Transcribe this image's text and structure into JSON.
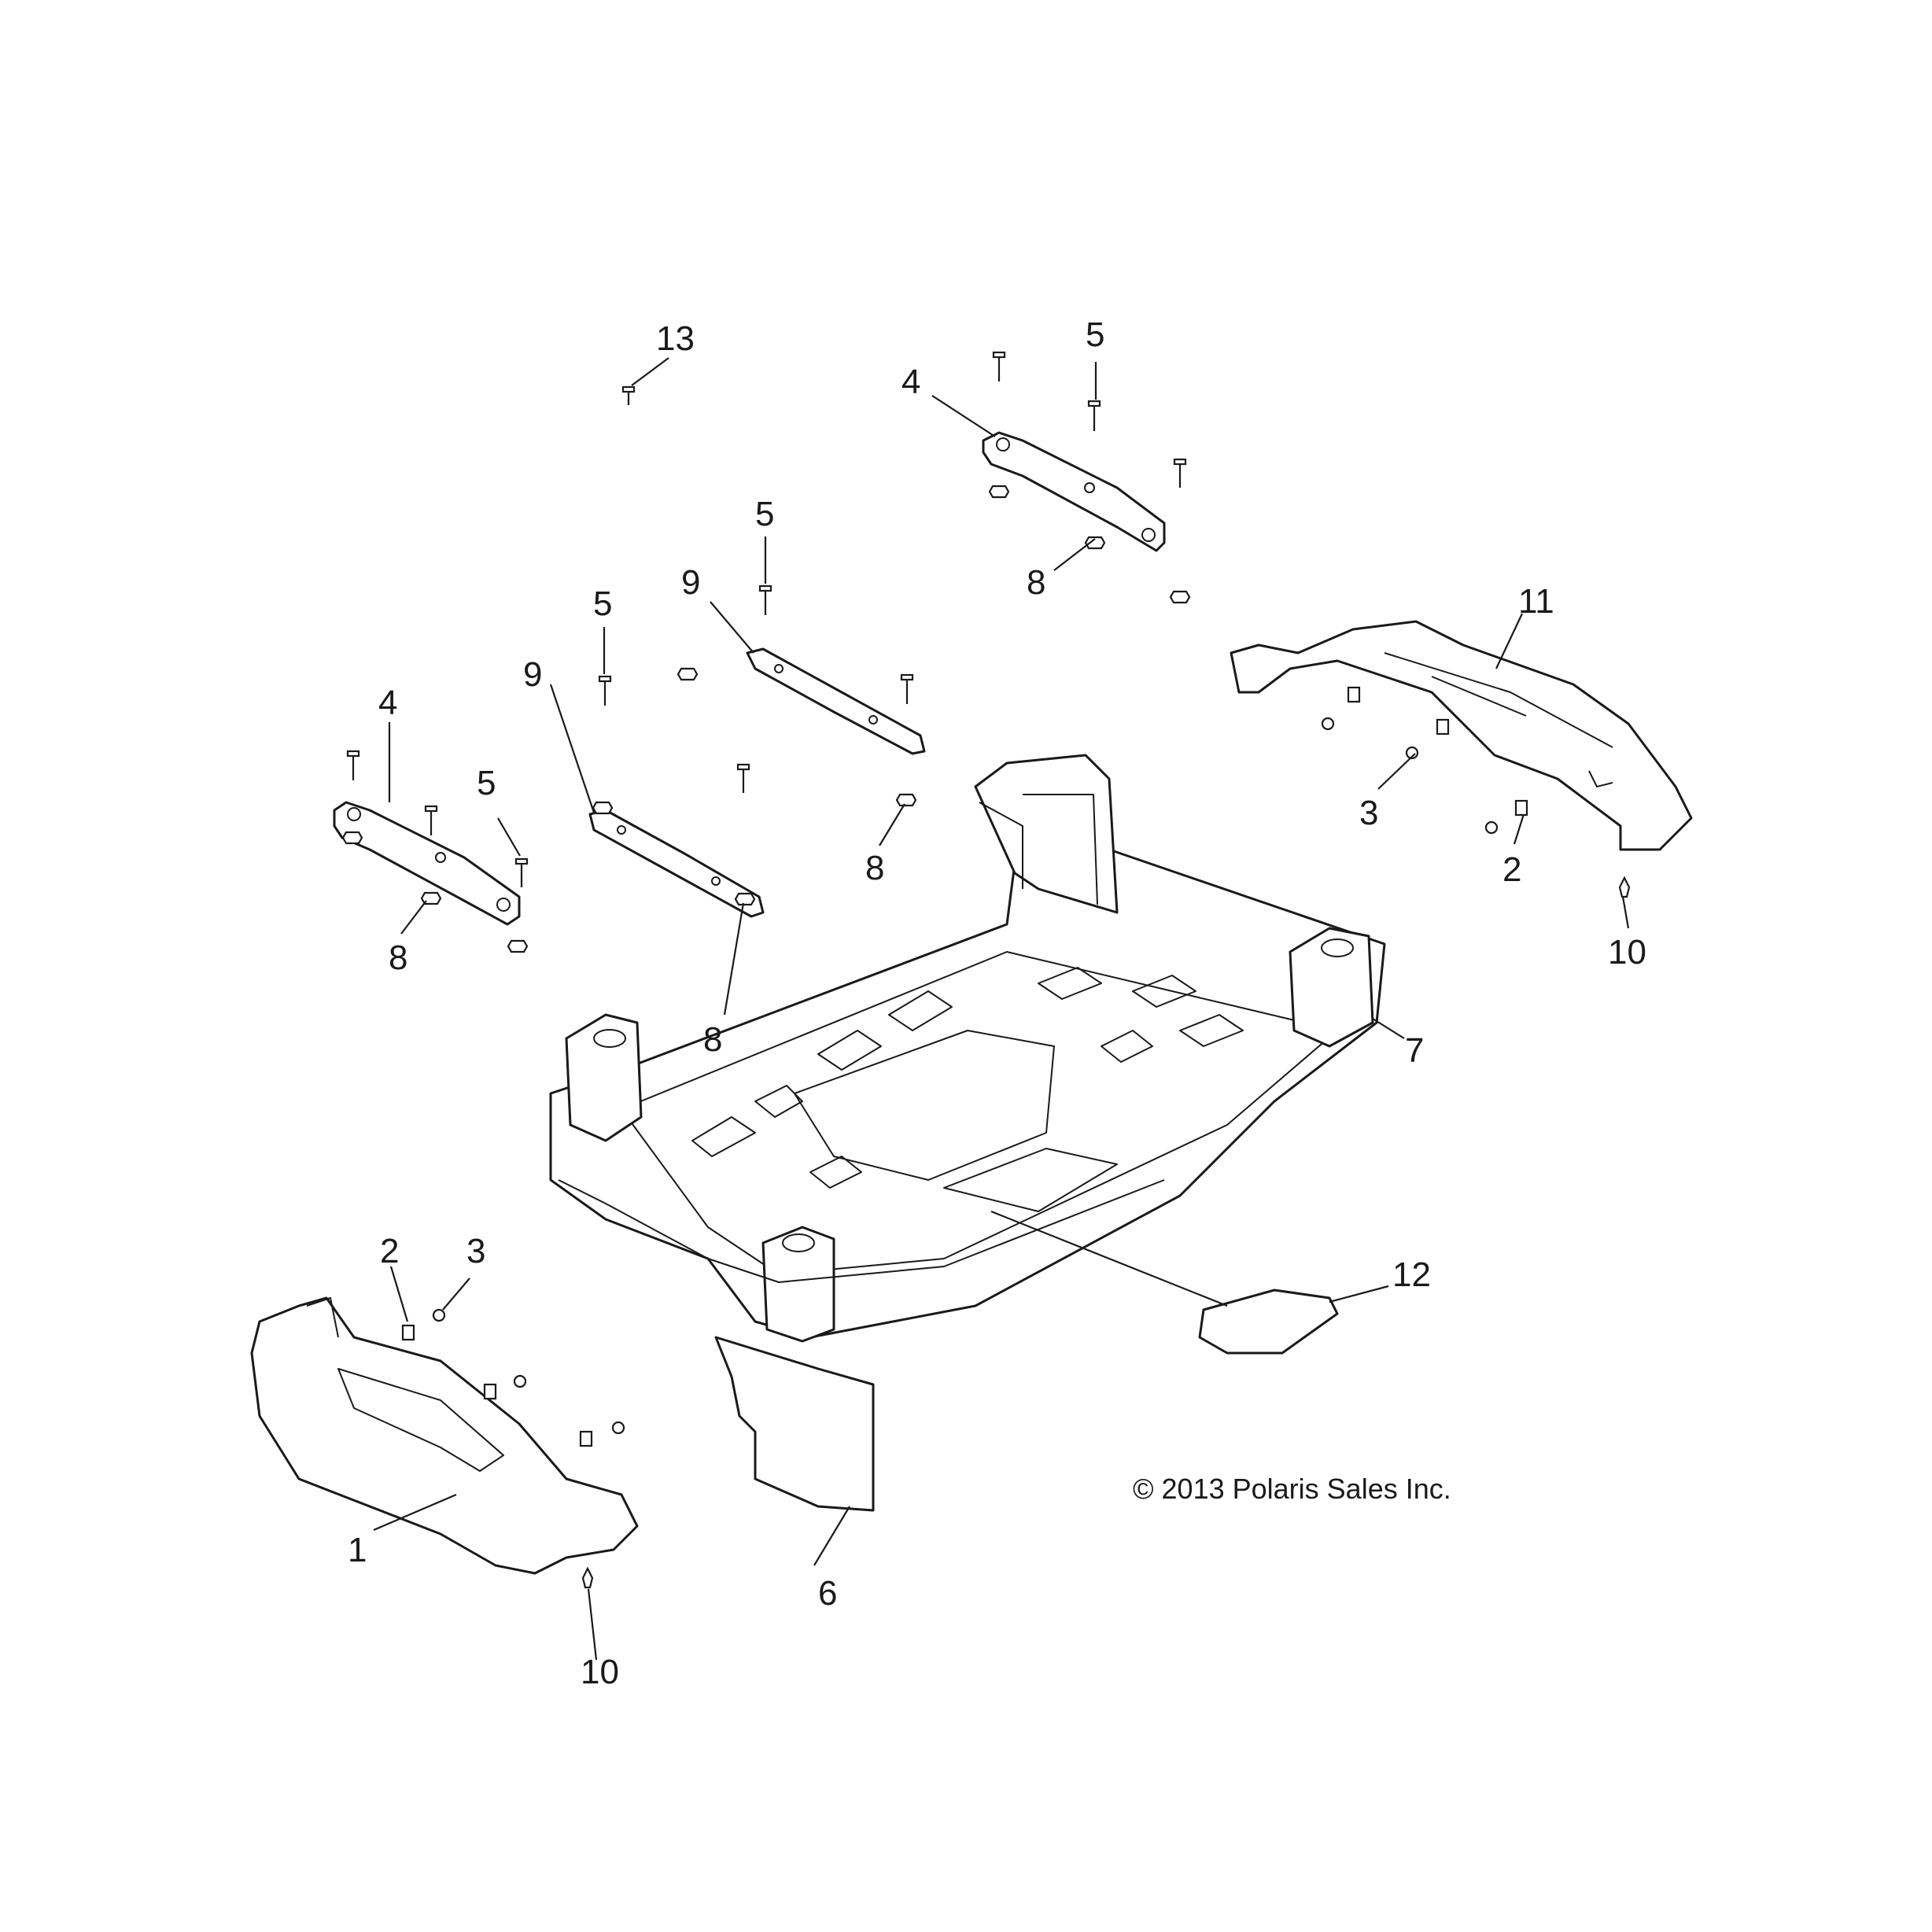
{
  "diagram": {
    "callouts": [
      {
        "id": "c13a",
        "label": "13"
      },
      {
        "id": "c5a",
        "label": "5"
      },
      {
        "id": "c4a",
        "label": "4"
      },
      {
        "id": "c8a",
        "label": "8"
      },
      {
        "id": "c5b",
        "label": "5"
      },
      {
        "id": "c9a",
        "label": "9"
      },
      {
        "id": "c5c",
        "label": "5"
      },
      {
        "id": "c9b",
        "label": "9"
      },
      {
        "id": "c4b",
        "label": "4"
      },
      {
        "id": "c5d",
        "label": "5"
      },
      {
        "id": "c8b",
        "label": "8"
      },
      {
        "id": "c8c",
        "label": "8"
      },
      {
        "id": "c8d",
        "label": "8"
      },
      {
        "id": "c11",
        "label": "11"
      },
      {
        "id": "c3a",
        "label": "3"
      },
      {
        "id": "c2a",
        "label": "2"
      },
      {
        "id": "c10a",
        "label": "10"
      },
      {
        "id": "c7",
        "label": "7"
      },
      {
        "id": "c2b",
        "label": "2"
      },
      {
        "id": "c3b",
        "label": "3"
      },
      {
        "id": "c12",
        "label": "12"
      },
      {
        "id": "c1",
        "label": "1"
      },
      {
        "id": "c6",
        "label": "6"
      },
      {
        "id": "c10b",
        "label": "10"
      }
    ],
    "copyright": "© 2013 Polaris Sales Inc."
  }
}
